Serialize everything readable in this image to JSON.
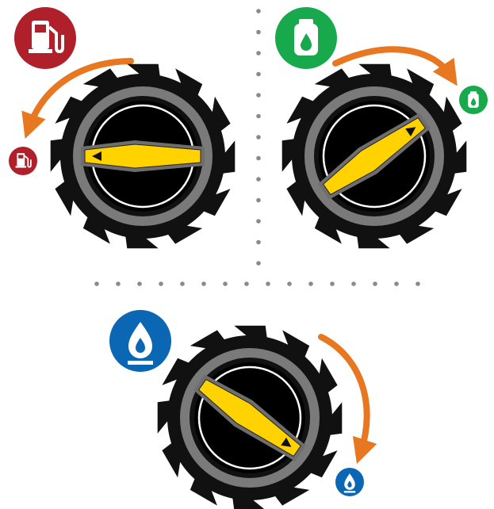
{
  "colors": {
    "background": "#ffffff",
    "gasoline": "#b0202a",
    "propane": "#17a94b",
    "natural_gas": "#0b66b3",
    "arrow": "#e87722",
    "lever": "#ffd200",
    "knob_outer": "#111111",
    "knob_ring": "#7a7a7a",
    "dots": "#8a8a8a"
  },
  "panels": [
    {
      "id": "gasoline",
      "fuel_icon": "fuel-pump-icon",
      "turn_direction": "counterclockwise",
      "lever_angle_deg": 0,
      "lever_pointer": "left"
    },
    {
      "id": "propane",
      "fuel_icon": "propane-tank-icon",
      "turn_direction": "clockwise",
      "lever_angle_deg": -35,
      "lever_pointer": "upper-right"
    },
    {
      "id": "natural_gas",
      "fuel_icon": "gas-flame-icon",
      "turn_direction": "clockwise",
      "lever_angle_deg": 35,
      "lever_pointer": "lower-right"
    }
  ]
}
